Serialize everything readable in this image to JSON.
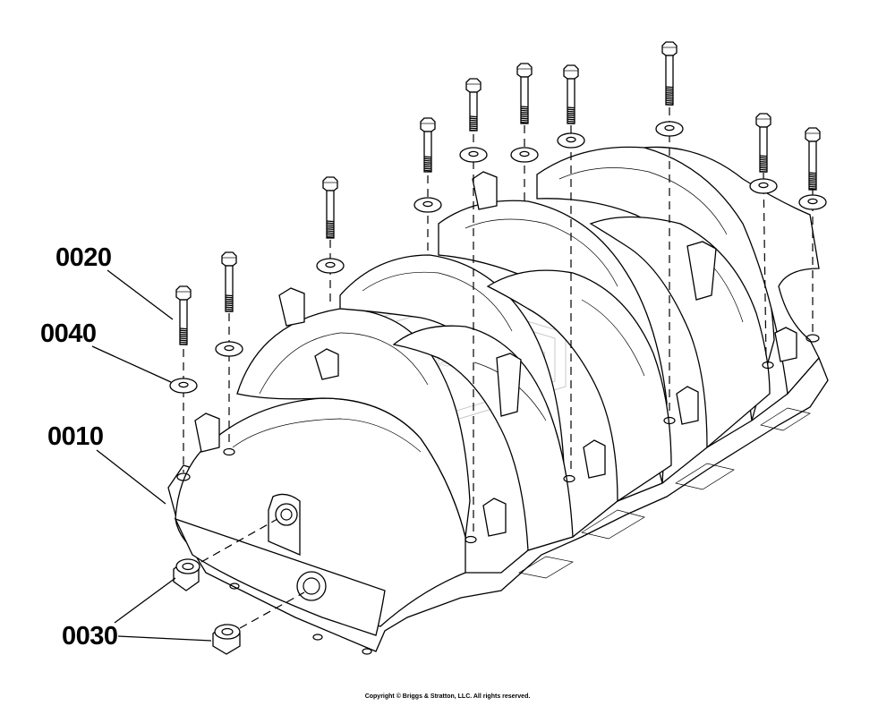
{
  "callouts": [
    {
      "id": "0020",
      "label": "0020"
    },
    {
      "id": "0040",
      "label": "0040"
    },
    {
      "id": "0010",
      "label": "0010"
    },
    {
      "id": "0030",
      "label": "0030"
    }
  ],
  "watermark": "BRIGGS&STRATTON",
  "copyright": "Copyright © Briggs & Stratton, LLC. All rights reserved.",
  "icons": {
    "bolt": "hex-head-bolt-icon",
    "washer": "flat-washer-icon",
    "spacer": "sleeve-spacer-icon"
  }
}
